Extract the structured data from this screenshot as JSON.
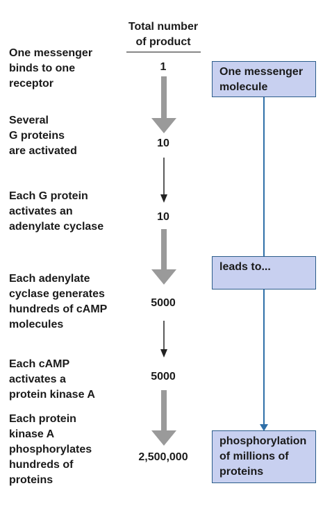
{
  "header": "Total number\nof product",
  "steps": [
    {
      "label": "One messenger\nbinds to one\nreceptor",
      "count": "1"
    },
    {
      "label": "Several\nG proteins\nare activated",
      "count": "10"
    },
    {
      "label": "Each G protein\nactivates an\nadenylate cyclase",
      "count": "10"
    },
    {
      "label": "Each adenylate\ncyclase generates\nhundreds of cAMP\nmolecules",
      "count": "5000"
    },
    {
      "label": "Each cAMP\nactivates a\nprotein kinase A",
      "count": "5000"
    },
    {
      "label": "Each protein\nkinase A\nphosphorylates\nhundreds of\nproteins",
      "count": "2,500,000"
    }
  ],
  "boxes": [
    "One messenger\nmolecule",
    "leads to...",
    "phosphorylation\nof millions of\nproteins"
  ],
  "colors": {
    "box_fill": "#c8d0f0",
    "box_border": "#2b5c8a",
    "line": "#2f6fa8",
    "big_arrow": "#9a9a9a"
  }
}
